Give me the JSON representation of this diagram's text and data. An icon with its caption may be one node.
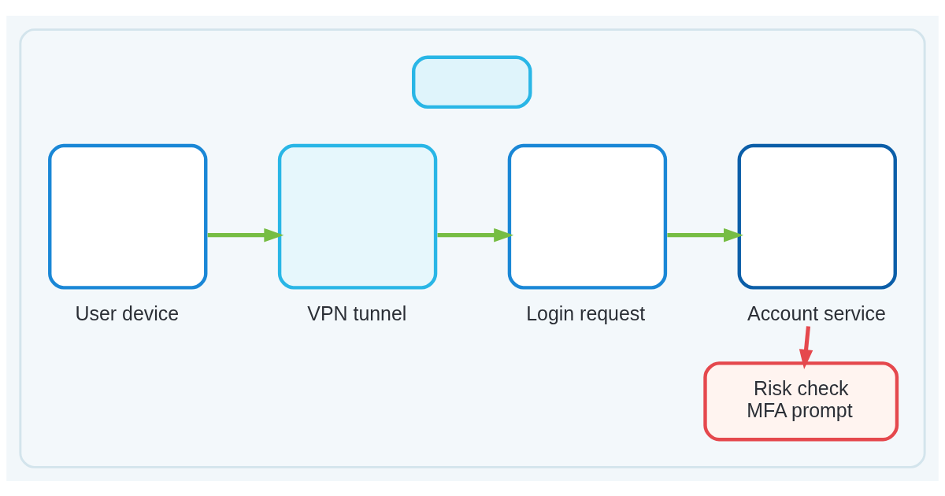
{
  "diagram": {
    "nodes": [
      {
        "text": [],
        "shape": "box"
      },
      {
        "text": [
          "User device"
        ],
        "in": 0
      },
      {
        "text": [
          "VPN tunnel"
        ],
        "in": 0
      },
      {
        "text": [
          "Login request"
        ],
        "in": 0
      },
      {
        "text": [
          "Account service"
        ],
        "in": 0
      },
      {
        "text": [
          "Risk check",
          "MFA prompt"
        ],
        "in": 0
      },
      {
        "text": [],
        "shape": "box",
        "in": 0
      }
    ],
    "edges": [
      {
        "from": 1,
        "to": 2,
        "arrow": "to"
      },
      {
        "from": 2,
        "to": 3,
        "arrow": "to"
      },
      {
        "from": 3,
        "to": 4,
        "arrow": "to"
      },
      {
        "from": 4,
        "to": 5,
        "arrow": "to",
        "color": "#e5484d"
      }
    ]
  }
}
